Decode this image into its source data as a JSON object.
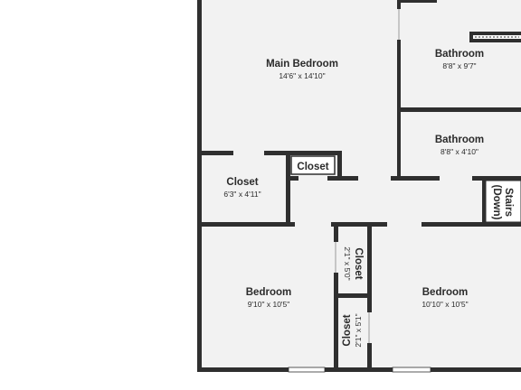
{
  "rooms": {
    "main_bedroom": {
      "name": "Main Bedroom",
      "dims": "14'6\" x 14'10\""
    },
    "bathroom_upper": {
      "name": "Bathroom",
      "dims": "8'8\" x 9'7\""
    },
    "bathroom_lower": {
      "name": "Bathroom",
      "dims": "8'8\" x 4'10\""
    },
    "closet_left": {
      "name": "Closet",
      "dims": "6'3\" x 4'11\""
    },
    "closet_small": {
      "name": "Closet"
    },
    "stairs": {
      "name": "Stairs",
      "sub": "(Down)"
    },
    "bedroom_left": {
      "name": "Bedroom",
      "dims": "9'10\" x 10'5\""
    },
    "bedroom_right": {
      "name": "Bedroom",
      "dims": "10'10\" x 10'5\""
    },
    "closet_mid_upper": {
      "name": "Closet",
      "dims": "2'1\" x 5'0\""
    },
    "closet_mid_lower": {
      "name": "Closet",
      "dims": "2'1\" x 5'1\""
    }
  },
  "colors": {
    "wall": "#2f2f2f",
    "floor": "#f2f2f2",
    "background": "#ffffff"
  }
}
